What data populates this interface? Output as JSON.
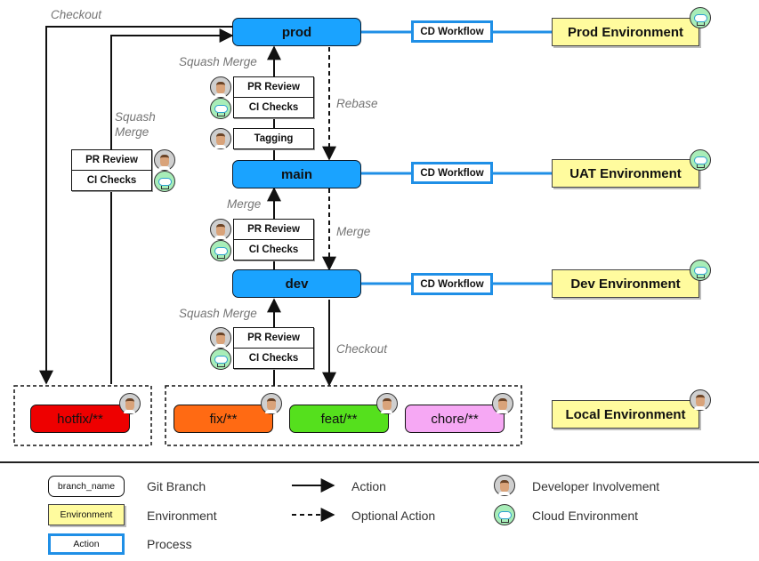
{
  "branches": {
    "prod": "prod",
    "main": "main",
    "dev": "dev",
    "hotfix": "hotfix/**",
    "fix": "fix/**",
    "feat": "feat/**",
    "chore": "chore/**"
  },
  "actions": {
    "cd_workflow": "CD Workflow"
  },
  "environments": {
    "prod": "Prod Environment",
    "uat": "UAT Environment",
    "dev": "Dev Environment",
    "local": "Local Environment"
  },
  "checks": {
    "pr_review": "PR Review",
    "ci_checks": "CI Checks",
    "tagging": "Tagging"
  },
  "flows": {
    "checkout": "Checkout",
    "squash_merge": "Squash Merge",
    "squash_merge_wrapped": "Squash\nMerge",
    "rebase": "Rebase",
    "merge": "Merge"
  },
  "colors": {
    "main_branch": "#1aa3ff",
    "action_border": "#1f8fe6",
    "connector": "#1f8fe6",
    "environment": "#fffb9e",
    "hotfix": "#ee0000",
    "fix": "#ff6a13",
    "feat": "#55e01d",
    "chore": "#f6a8f4"
  },
  "legend": {
    "branch_sample": "branch_name",
    "branch_desc": "Git Branch",
    "env_sample": "Environment",
    "env_desc": "Environment",
    "action_sample": "Action",
    "action_desc": "Process",
    "arrow_desc": "Action",
    "dashed_desc": "Optional Action",
    "dev_desc": "Developer Involvement",
    "cloud_desc": "Cloud Environment"
  }
}
